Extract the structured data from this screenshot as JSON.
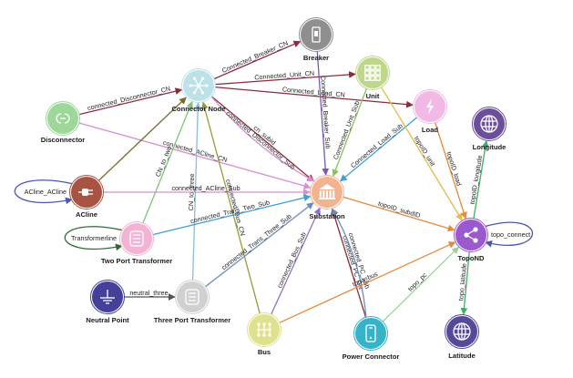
{
  "nodes": [
    {
      "id": "breaker",
      "label": "Breaker",
      "color": "#8f8f8f",
      "icon": "breaker-icon"
    },
    {
      "id": "unit",
      "label": "Unit",
      "color": "#bfd78a",
      "icon": "grid-icon"
    },
    {
      "id": "connector_node",
      "label": "Connector Node",
      "color": "#bde1e8",
      "icon": "snowflake-network-icon"
    },
    {
      "id": "load",
      "label": "Load",
      "color": "#f3b9e6",
      "icon": "lightning-icon"
    },
    {
      "id": "disconnector",
      "label": "Disconnector",
      "color": "#9ed79a",
      "icon": "disconnector-icon"
    },
    {
      "id": "longitude",
      "label": "Longitude",
      "color": "#6c4f9a",
      "icon": "globe-icon"
    },
    {
      "id": "acline",
      "label": "ACline",
      "color": "#a85443",
      "icon": "plug-icon"
    },
    {
      "id": "substation",
      "label": "Substation",
      "color": "#f2b390",
      "icon": "building-icon"
    },
    {
      "id": "topond",
      "label": "TopoND",
      "color": "#9b59d0",
      "icon": "share-icon"
    },
    {
      "id": "two_port_transformer",
      "label": "Two Port Transformer",
      "color": "#f3b4d4",
      "icon": "transformer-icon"
    },
    {
      "id": "neutral_point",
      "label": "Neutral Point",
      "color": "#45409a",
      "icon": "ground-icon"
    },
    {
      "id": "three_port_transformer",
      "label": "Three Port Transformer",
      "color": "#d0d0d0",
      "icon": "transformer-icon"
    },
    {
      "id": "bus",
      "label": "Bus",
      "color": "#dfe28d",
      "icon": "bus-network-icon"
    },
    {
      "id": "power_connector",
      "label": "Power Connector",
      "color": "#36b3c8",
      "icon": "phone-icon"
    },
    {
      "id": "latitude",
      "label": "Latitude",
      "color": "#534a99",
      "icon": "globe-icon"
    }
  ],
  "edges": [
    {
      "from": "connector_node",
      "to": "breaker",
      "label": "Connected_Breaker_CN",
      "color": "#8b2c3c"
    },
    {
      "from": "connector_node",
      "to": "unit",
      "label": "Connected_Unit_CN",
      "color": "#8b2c3c"
    },
    {
      "from": "connector_node",
      "to": "load",
      "label": "Connected_Load_CN",
      "color": "#8b2c3c"
    },
    {
      "from": "disconnector",
      "to": "connector_node",
      "label": "connected_Disconnector_CN",
      "color": "#8b2c3c"
    },
    {
      "from": "disconnector",
      "to": "substation",
      "label": "connected_ACline_CN",
      "color": "#d78fd0"
    },
    {
      "from": "acline",
      "to": "connector_node",
      "label": "",
      "color": "#7a6a2e"
    },
    {
      "from": "two_port_transformer",
      "to": "connector_node",
      "label": "CN_to_two",
      "color": "#7dc47a"
    },
    {
      "from": "three_port_transformer",
      "to": "connector_node",
      "label": "CN_to_three",
      "color": "#8fbcd8"
    },
    {
      "from": "bus",
      "to": "connector_node",
      "label": "connected_Bus_CN",
      "color": "#9a9a3a"
    },
    {
      "from": "connector_node",
      "to": "substation",
      "label": "cn_subid",
      "color": "#8b2c3c"
    },
    {
      "from": "connector_node",
      "to": "substation",
      "label": "connected_Disconnector_Sub",
      "color": "#d78fd0"
    },
    {
      "from": "acline",
      "to": "substation",
      "label": "connected_ACline_Sub",
      "color": "#d78fd0"
    },
    {
      "from": "two_port_transformer",
      "to": "substation",
      "label": "connected_Trans_Two_Sub",
      "color": "#3aa0d8"
    },
    {
      "from": "three_port_transformer",
      "to": "substation",
      "label": "connected_Trans_Three_Sub",
      "color": "#6a8dc0"
    },
    {
      "from": "breaker",
      "to": "substation",
      "label": "Connected_Breaker_Sub",
      "color": "#7a58b8"
    },
    {
      "from": "unit",
      "to": "substation",
      "label": "Connected_Unit_Sub",
      "color": "#8ac060"
    },
    {
      "from": "load",
      "to": "substation",
      "label": "Connected_Load_Sub",
      "color": "#3aa0d8"
    },
    {
      "from": "bus",
      "to": "substation",
      "label": "connected_Bus_Sub",
      "color": "#9070c8"
    },
    {
      "from": "power_connector",
      "to": "substation",
      "label": "connected_PC_CN",
      "color": "#8b2c3c"
    },
    {
      "from": "power_connector",
      "to": "substation",
      "label": "connected_PC_Sub",
      "color": "#6a8dc0"
    },
    {
      "from": "substation",
      "to": "topond",
      "label": "topoID_subdID",
      "color": "#e58a3a"
    },
    {
      "from": "unit",
      "to": "topond",
      "label": "topoID_unit",
      "color": "#e8b84a"
    },
    {
      "from": "load",
      "to": "topond",
      "label": "topoID_load",
      "color": "#e58a3a"
    },
    {
      "from": "topond",
      "to": "longitude",
      "label": "topoID_longitude",
      "color": "#3fae6a"
    },
    {
      "from": "bus",
      "to": "topond",
      "label": "topo_bus",
      "color": "#e58a3a"
    },
    {
      "from": "power_connector",
      "to": "topond",
      "label": "topo_pc",
      "color": "#9bd29a"
    },
    {
      "from": "topond",
      "to": "latitude",
      "label": "topo_latitude",
      "color": "#3fae6a"
    },
    {
      "from": "neutral_point",
      "to": "three_port_transformer",
      "label": "neutral_three",
      "color": "#555555"
    }
  ],
  "self_loops": [
    {
      "node": "acline",
      "label": "ACline_ACline",
      "color": "#4a56b0"
    },
    {
      "node": "two_port_transformer",
      "label": "Transformerline",
      "color": "#2f6b2f"
    },
    {
      "node": "topond",
      "label": "topo_connect",
      "color": "#4a56b0"
    }
  ]
}
